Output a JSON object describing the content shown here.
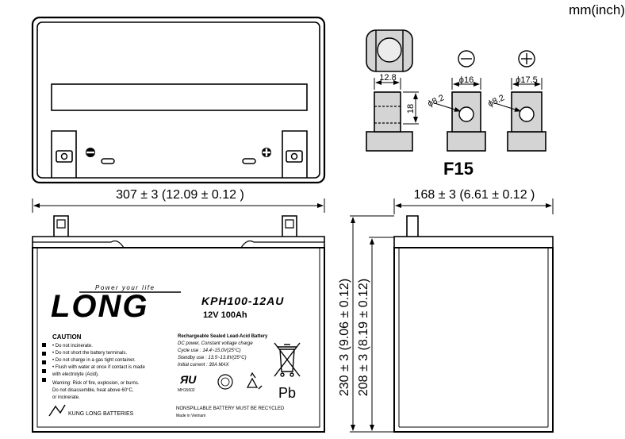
{
  "units": "mm(inch)",
  "terminal_code": "F15",
  "dims": {
    "length": "307 ± 3 (12.09 ± 0.12 )",
    "width": "168 ± 3 (6.61 ± 0.12 )",
    "total_height": "230 ± 3 (9.06 ± 0.12)",
    "container_height": "208 ± 3 (8.19 ± 0.12)"
  },
  "terminal_dims": {
    "width": "12.8",
    "height": "18",
    "hole_small": "ϕ8.2",
    "hole_large": "ϕ8.2",
    "neg_width": "ϕ16",
    "pos_width": "ϕ17.5"
  },
  "label": {
    "slogan": "Power your life",
    "brand": "LONG",
    "model": "KPH100-12AU",
    "rating": "12V 100Ah",
    "caution_title": "CAUTION",
    "caution_items": [
      "• Do not incinerate.",
      "• Do not short the battery terminals.",
      "• Do not charge in a gas tight container.",
      "• Flush with water at once if contact is made",
      "  with electrolyte (Acid).",
      "Warning: Risk of fire, explosion, or burns.",
      "Do not disassemble, heat above 60°C,",
      "or incinerate."
    ],
    "spec_title": "Rechargeable Sealed Lead-Acid Battery",
    "spec_lines": [
      "DC power, Constant voltage charge",
      "Cycle use : 14.4~15.0V(25°C)",
      "Standby use : 13.5~13.8V(25°C)",
      "Initial current : 30A MAX"
    ],
    "ul_code": "MH15602",
    "pb_symbol": "Pb",
    "company": "KUNG LONG BATTERIES",
    "nonspill": "NONSPILLABLE  BATTERY MUST BE RECYCLED",
    "made_in": "Made in Vietnam"
  }
}
